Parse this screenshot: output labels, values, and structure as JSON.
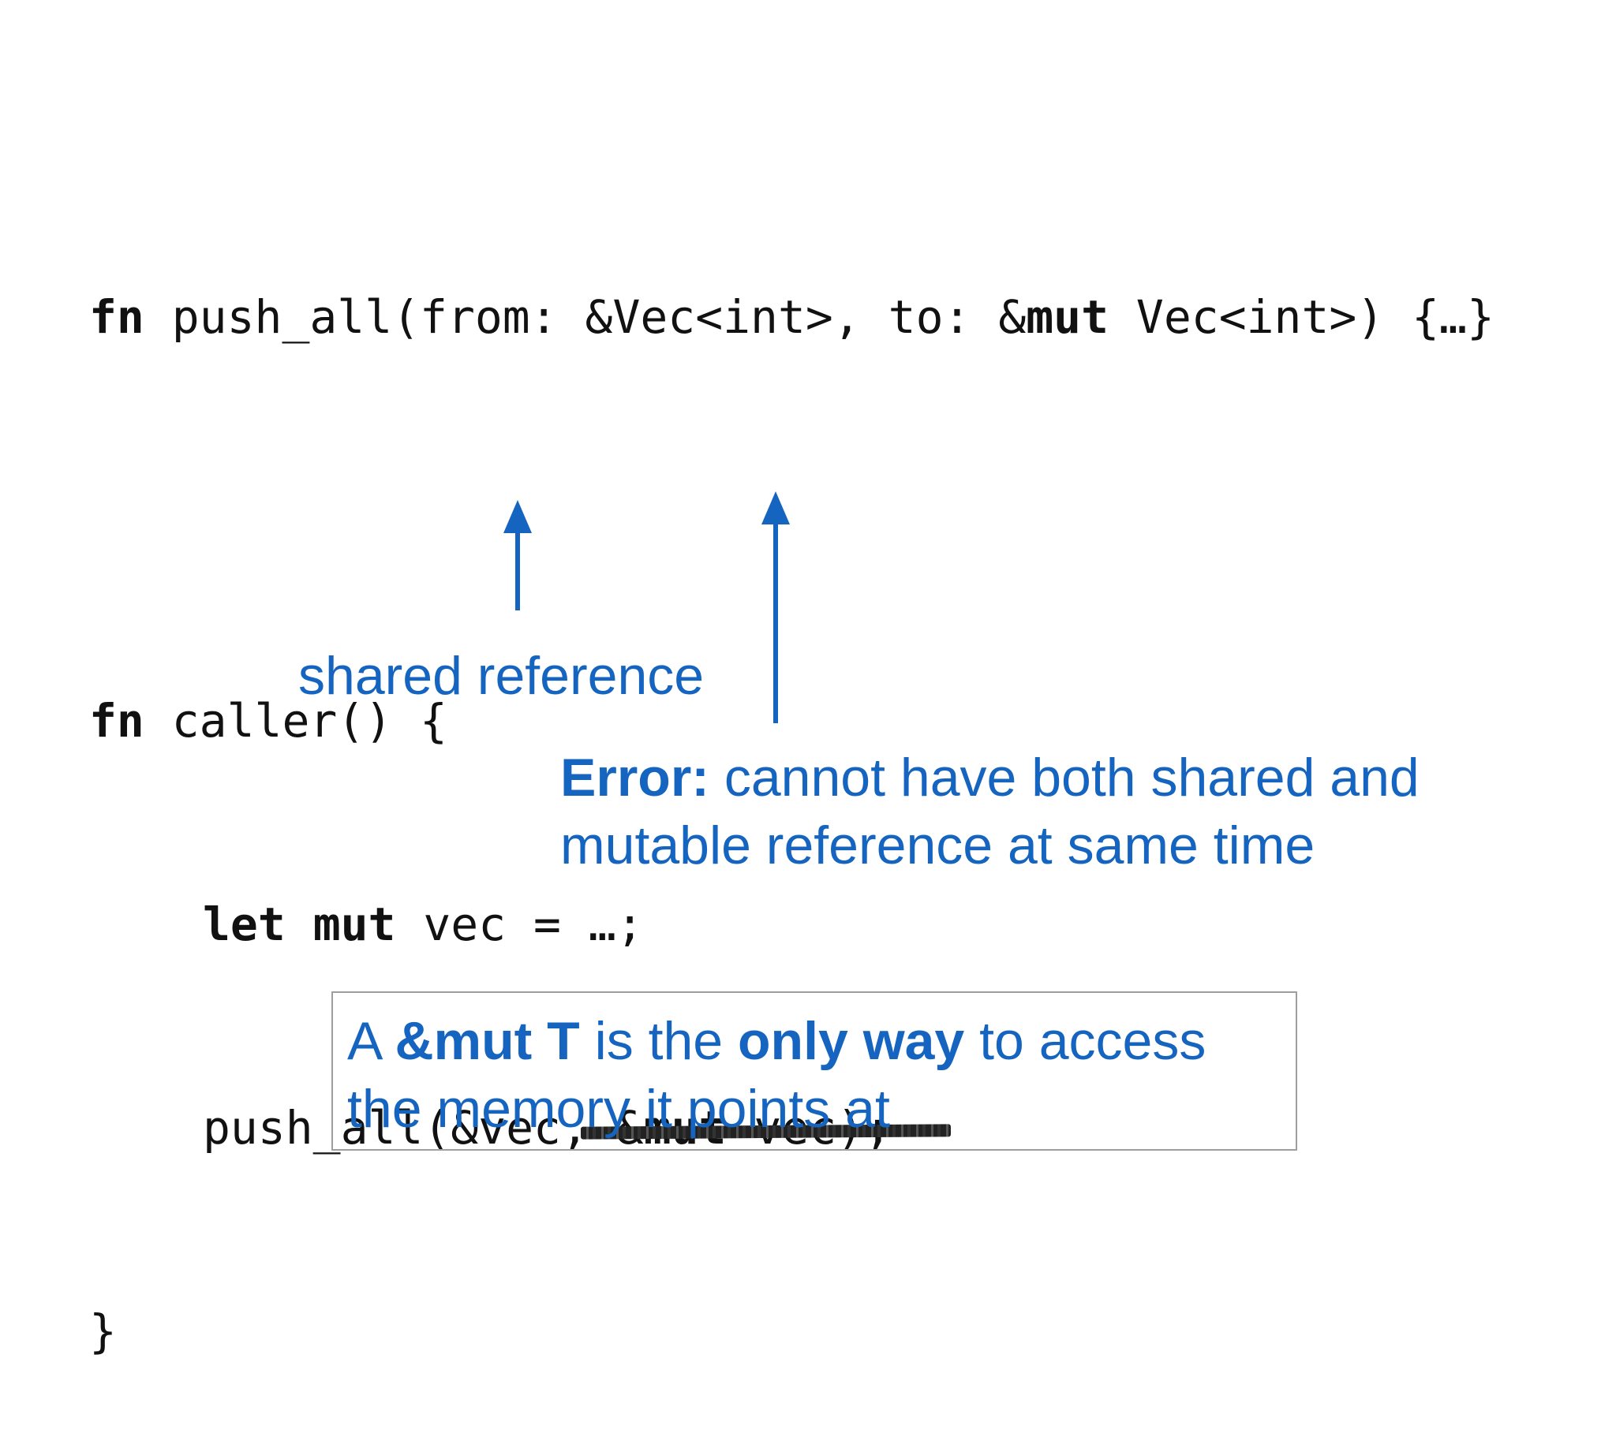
{
  "code": {
    "line1": {
      "kw_fn": "fn",
      "rest_a": " push_all(from: &Vec<int>, to: &",
      "kw_mut": "mut",
      "rest_b": " Vec<int>) {…}"
    },
    "line2": {
      "kw_fn": "fn",
      "rest": " caller() {"
    },
    "line3": {
      "kw_let": "let",
      "space": " ",
      "kw_mut": "mut",
      "rest": " vec = …;"
    },
    "line4": {
      "prefix": "push_all(&vec,",
      "struck_a": " &",
      "struck_kw": "mut",
      "struck_b": " vec);"
    },
    "line5": "}"
  },
  "annotations": {
    "shared_label": "shared reference",
    "error_label": "Error:",
    "error_text": " cannot have both shared and mutable reference at same time"
  },
  "callout": {
    "part1": "A ",
    "bold1": "&mut T",
    "part2": " is the ",
    "bold2": "only way",
    "part3": " to access the memory it points at"
  },
  "colors": {
    "accent": "#1565c0",
    "code": "#111111",
    "border": "#9e9e9e"
  }
}
